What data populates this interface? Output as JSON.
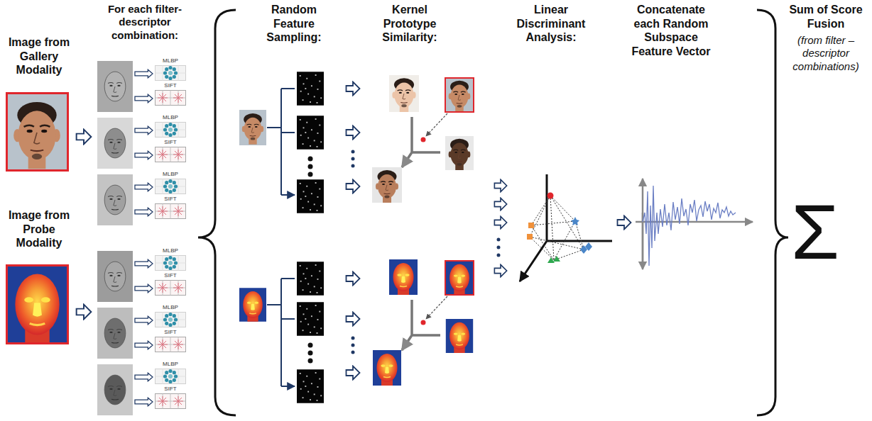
{
  "diagram": {
    "nodes": [
      {
        "text": [
          "Image from Gallery Modality"
        ]
      },
      {
        "text": [
          "Image from Probe Modality"
        ]
      }
    ],
    "labels": [
      "For each filter-descriptor combination:",
      "MLBP",
      "SIFT",
      "MLBP",
      "SIFT",
      "MLBP",
      "SIFT",
      "MLBP",
      "SIFT",
      "MLBP",
      "SIFT",
      "MLBP",
      "SIFT",
      "Random Feature Sampling:",
      "Kernel Prototype Similarity:",
      "Linear Discriminant Analysis:",
      "Concatenate each Random Subspace Feature Vector",
      "Sum of Score Fusion",
      "(from filter – descriptor combinations)",
      "Σ"
    ]
  }
}
